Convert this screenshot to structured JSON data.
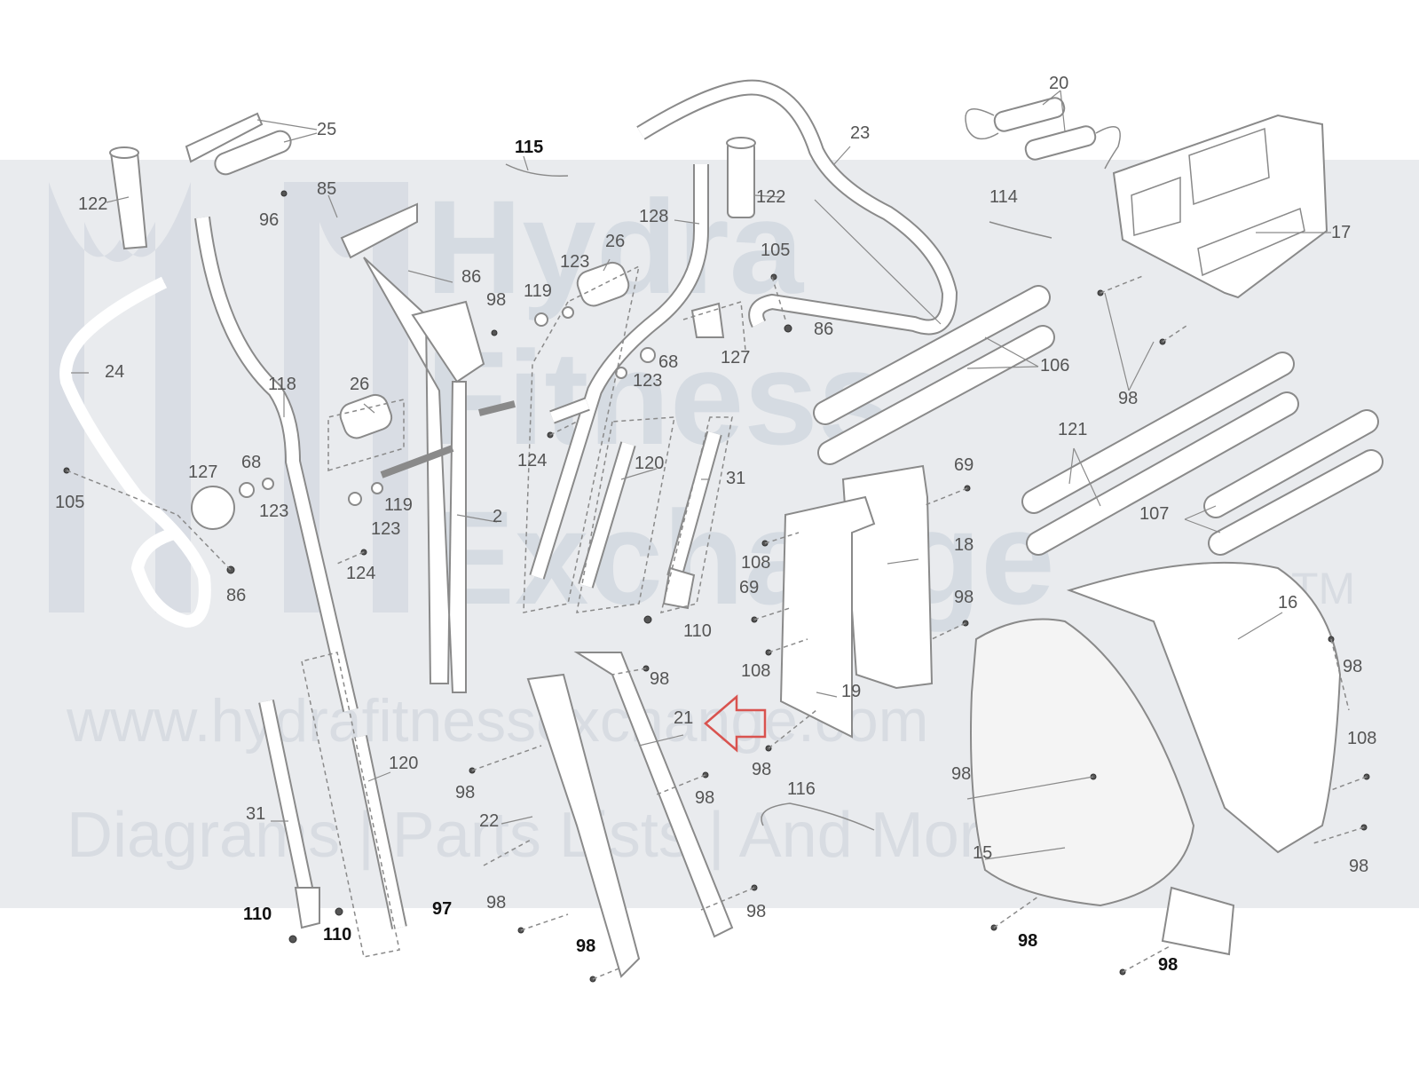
{
  "watermark": {
    "brand_lines": [
      "Hydra",
      "Fitness",
      "Exchange"
    ],
    "trademark": "TM",
    "url": "www.hydrafitnessexchange.com",
    "tagline": "Diagrams | Parts Lists | And More"
  },
  "highlight_color": "#d9534f",
  "callouts": [
    {
      "label": "25"
    },
    {
      "label": "122"
    },
    {
      "label": "96"
    },
    {
      "label": "85"
    },
    {
      "label": "86"
    },
    {
      "label": "115"
    },
    {
      "label": "98"
    },
    {
      "label": "119"
    },
    {
      "label": "123"
    },
    {
      "label": "26"
    },
    {
      "label": "128"
    },
    {
      "label": "122"
    },
    {
      "label": "23"
    },
    {
      "label": "20"
    },
    {
      "label": "114"
    },
    {
      "label": "17"
    },
    {
      "label": "105"
    },
    {
      "label": "86"
    },
    {
      "label": "127"
    },
    {
      "label": "68"
    },
    {
      "label": "123"
    },
    {
      "label": "106"
    },
    {
      "label": "98"
    },
    {
      "label": "24"
    },
    {
      "label": "118"
    },
    {
      "label": "26"
    },
    {
      "label": "124"
    },
    {
      "label": "120"
    },
    {
      "label": "31"
    },
    {
      "label": "69"
    },
    {
      "label": "121"
    },
    {
      "label": "127"
    },
    {
      "label": "68"
    },
    {
      "label": "105"
    },
    {
      "label": "123"
    },
    {
      "label": "119"
    },
    {
      "label": "2"
    },
    {
      "label": "123"
    },
    {
      "label": "124"
    },
    {
      "label": "86"
    },
    {
      "label": "108"
    },
    {
      "label": "18"
    },
    {
      "label": "107"
    },
    {
      "label": "69"
    },
    {
      "label": "98"
    },
    {
      "label": "110"
    },
    {
      "label": "108"
    },
    {
      "label": "16"
    },
    {
      "label": "98"
    },
    {
      "label": "98"
    },
    {
      "label": "19"
    },
    {
      "label": "21"
    },
    {
      "label": "98"
    },
    {
      "label": "120"
    },
    {
      "label": "98"
    },
    {
      "label": "98"
    },
    {
      "label": "108"
    },
    {
      "label": "116"
    },
    {
      "label": "98"
    },
    {
      "label": "31"
    },
    {
      "label": "22"
    },
    {
      "label": "15"
    },
    {
      "label": "98"
    },
    {
      "label": "110"
    },
    {
      "label": "110"
    },
    {
      "label": "97"
    },
    {
      "label": "98"
    },
    {
      "label": "98"
    },
    {
      "label": "98"
    },
    {
      "label": "98"
    },
    {
      "label": "98"
    }
  ]
}
